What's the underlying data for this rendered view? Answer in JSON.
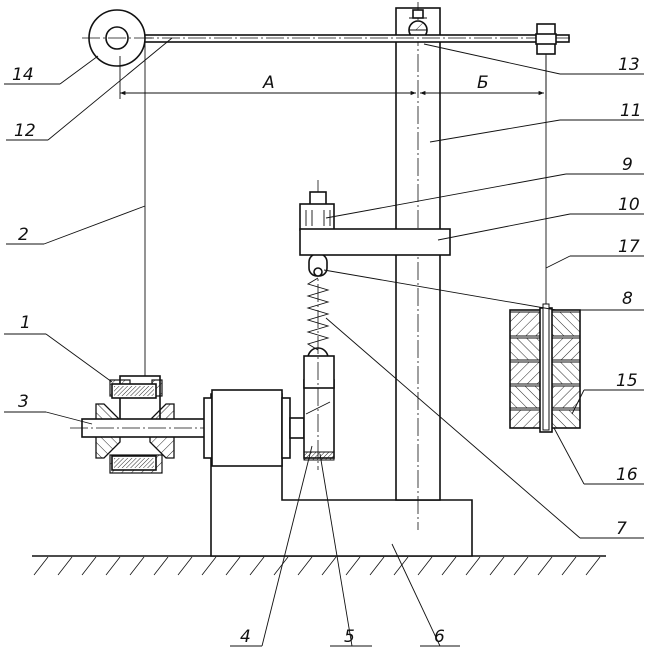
{
  "diagram": {
    "dimension_labels": {
      "a": "А",
      "b": "Б"
    },
    "callouts": [
      "1",
      "2",
      "3",
      "4",
      "5",
      "6",
      "7",
      "8",
      "9",
      "10",
      "11",
      "12",
      "13",
      "14",
      "15",
      "16",
      "17"
    ]
  },
  "colors": {
    "ink": "#111111",
    "paper": "#ffffff"
  }
}
